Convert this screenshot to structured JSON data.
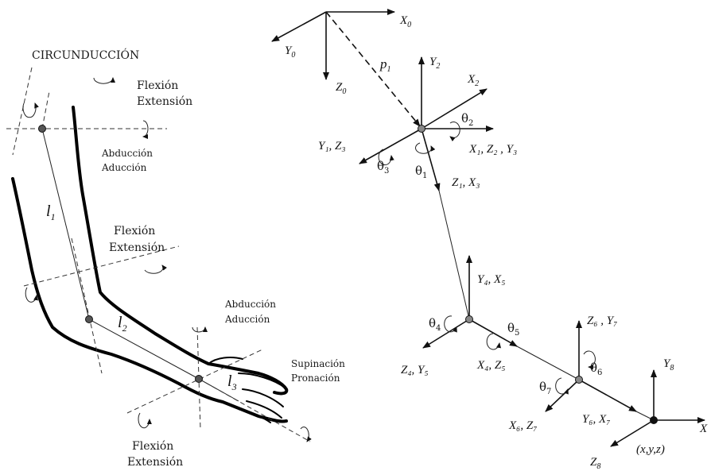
{
  "left_arm": {
    "circumduction": "CIRCUNDUCCIÓN",
    "shoulder_flexion": "Flexión",
    "shoulder_extension": "Extensión",
    "shoulder_abduction": "Abducción",
    "shoulder_adduction": "Aducción",
    "elbow_flexion": "Flexión",
    "elbow_extension": "Extensión",
    "wrist_abduction": "Abducción",
    "wrist_adduction": "Aducción",
    "supination": "Supinación",
    "pronation": "Pronación",
    "wrist_flexion": "Flexión",
    "wrist_extension": "Extensión",
    "l1": "l",
    "l1_sub": "1",
    "l2": "l",
    "l2_sub": "2",
    "l3": "l",
    "l3_sub": "3"
  },
  "kinematic": {
    "X0": "X",
    "X0_sub": "0",
    "Y0": "Y",
    "Y0_sub": "0",
    "Z0": "Z",
    "Z0_sub": "0",
    "p1": "p",
    "p1_sub": "1",
    "Y2": "Y",
    "Y2_sub": "2",
    "X2": "X",
    "X2_sub": "2",
    "theta2": "θ",
    "theta2_sub": "2",
    "x1z2y3": "X₁, Z₂ , Y₃",
    "y1z3": "Y₁, Z₃",
    "theta3": "θ",
    "theta3_sub": "3",
    "theta1": "θ",
    "theta1_sub": "1",
    "z1x3": "Z₁, X₃",
    "y4x5": "Y₄, X₅",
    "theta4": "θ",
    "theta4_sub": "4",
    "theta5": "θ",
    "theta5_sub": "5",
    "z4y5": "Z₄, Y₅",
    "x4z5": "X₄, Z₅",
    "z6y7": "Z₆ , Y₇",
    "theta6": "θ",
    "theta6_sub": "6",
    "theta7": "θ",
    "theta7_sub": "7",
    "x6z7": "X₆, Z₇",
    "y6x7": "Y₆, X₇",
    "Y8": "Y",
    "Y8_sub": "8",
    "X8": "X",
    "Z8": "Z",
    "Z8_sub": "8",
    "xyz": "(x,y,z)"
  }
}
